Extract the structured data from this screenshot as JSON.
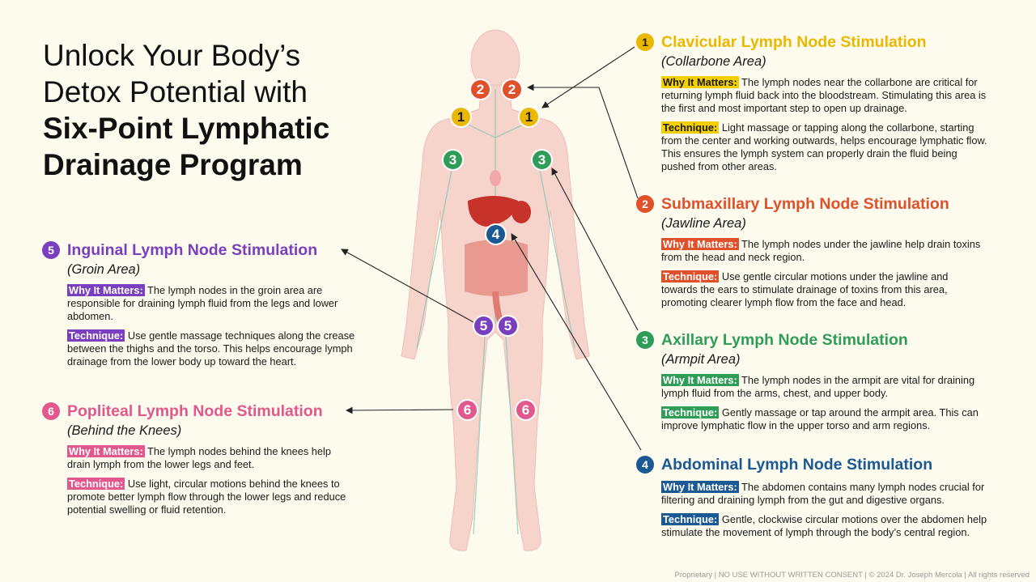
{
  "title": {
    "line1": "Unlock Your Body’s",
    "line2": "Detox Potential with",
    "line3": "Six-Point Lymphatic",
    "line4": "Drainage Program"
  },
  "colors": {
    "clavicular": "#eab800",
    "submaxillary": "#e0502a",
    "axillary": "#2f9d58",
    "abdominal": "#1b5994",
    "inguinal": "#7a3fbe",
    "popliteal": "#e0588c",
    "background": "#fdfbee"
  },
  "sections": [
    {
      "num": "1",
      "title": "Clavicular Lymph Node Stimulation",
      "area": "(Collarbone Area)",
      "why_label": "Why It Matters:",
      "why": "The lymph nodes near the collarbone are critical for returning lymph fluid back into the bloodstream. Stimulating this area is the first and most important step to open up drainage.",
      "tech_label": "Technique:",
      "tech": "Light massage or tapping along the collarbone, starting from the center and working outwards, helps encourage lymphatic flow. This ensures the lymph system can properly drain the fluid being pushed from other areas."
    },
    {
      "num": "2",
      "title": "Submaxillary Lymph Node Stimulation",
      "area": "(Jawline Area)",
      "why_label": "Why It Matters:",
      "why": "The lymph nodes under the jawline help drain toxins from the head and neck region.",
      "tech_label": "Technique:",
      "tech": "Use gentle circular motions under the jawline and towards the ears to stimulate drainage of toxins from this area, promoting clearer lymph flow from the face and head."
    },
    {
      "num": "3",
      "title": "Axillary Lymph Node Stimulation",
      "area": "(Armpit Area)",
      "why_label": "Why It Matters:",
      "why": "The lymph nodes in the armpit are vital for draining lymph fluid from the arms, chest, and upper body.",
      "tech_label": "Technique:",
      "tech": "Gently massage or tap around the armpit area. This can improve lymphatic flow in the upper torso and arm regions."
    },
    {
      "num": "4",
      "title": "Abdominal Lymph Node Stimulation",
      "area": "",
      "why_label": "Why It Matters:",
      "why": "The abdomen contains many lymph nodes crucial for filtering and draining lymph from the gut and digestive organs.",
      "tech_label": "Technique:",
      "tech": "Gentle, clockwise circular motions over the abdomen help stimulate the movement of lymph through the body’s central region."
    },
    {
      "num": "5",
      "title": "Inguinal Lymph Node Stimulation",
      "area": "(Groin Area)",
      "why_label": "Why It Matters:",
      "why": "The lymph nodes in the groin area are responsible for draining lymph fluid from the legs and lower abdomen.",
      "tech_label": "Technique:",
      "tech": "Use gentle massage techniques along the crease between the thighs and the torso. This helps encourage lymph drainage from the lower body up toward the heart."
    },
    {
      "num": "6",
      "title": "Popliteal Lymph Node Stimulation",
      "area": "(Behind the Knees)",
      "why_label": "Why It Matters:",
      "why": "The lymph nodes behind the knees help drain lymph from the lower legs and feet.",
      "tech_label": "Technique:",
      "tech": "Use light, circular motions behind the knees to promote better lymph flow through the lower legs and reduce potential swelling or fluid retention."
    }
  ],
  "footer": "Proprietary | NO USE WITHOUT WRITTEN CONSENT | © 2024 Dr. Joseph Mercola | All rights reserved"
}
